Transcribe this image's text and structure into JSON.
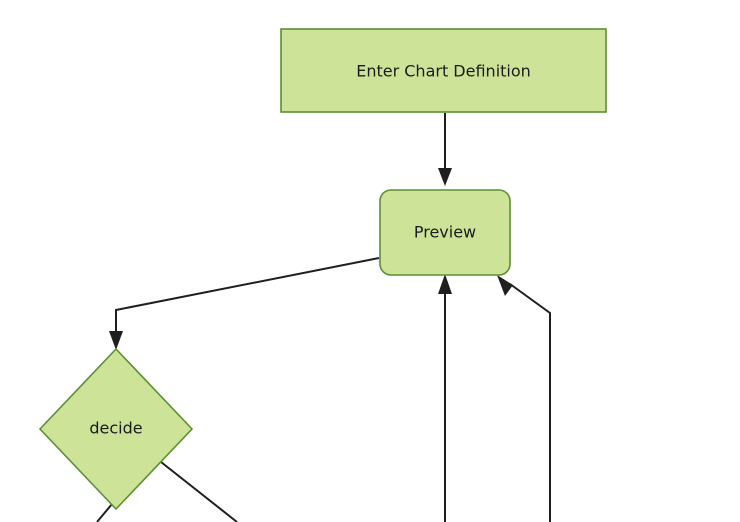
{
  "diagram": {
    "type": "flowchart",
    "background_color": "#ffffff",
    "node_fill": "#cde498",
    "node_stroke": "#5c8f33",
    "edge_color": "#1f1f1f",
    "label_color": "#1c1c1c",
    "nodes": [
      {
        "id": "enter-chart-definition",
        "label": "Enter Chart Definition",
        "shape": "rectangle"
      },
      {
        "id": "preview",
        "label": "Preview",
        "shape": "rounded-rectangle"
      },
      {
        "id": "decide",
        "label": "decide",
        "shape": "diamond"
      }
    ],
    "edges": [
      {
        "id": "edge-enter-to-preview",
        "from": "enter-chart-definition",
        "to": "preview",
        "label": ""
      },
      {
        "id": "edge-preview-to-decide",
        "from": "preview",
        "to": "decide",
        "label": ""
      },
      {
        "id": "edge-decide-down-left",
        "from": "decide",
        "to": "",
        "label": ""
      },
      {
        "id": "edge-decide-down-right",
        "from": "decide",
        "to": "",
        "label": ""
      },
      {
        "id": "edge-return-center-to-preview",
        "from": "",
        "to": "preview",
        "label": ""
      },
      {
        "id": "edge-return-right-to-preview",
        "from": "",
        "to": "preview",
        "label": ""
      }
    ]
  }
}
